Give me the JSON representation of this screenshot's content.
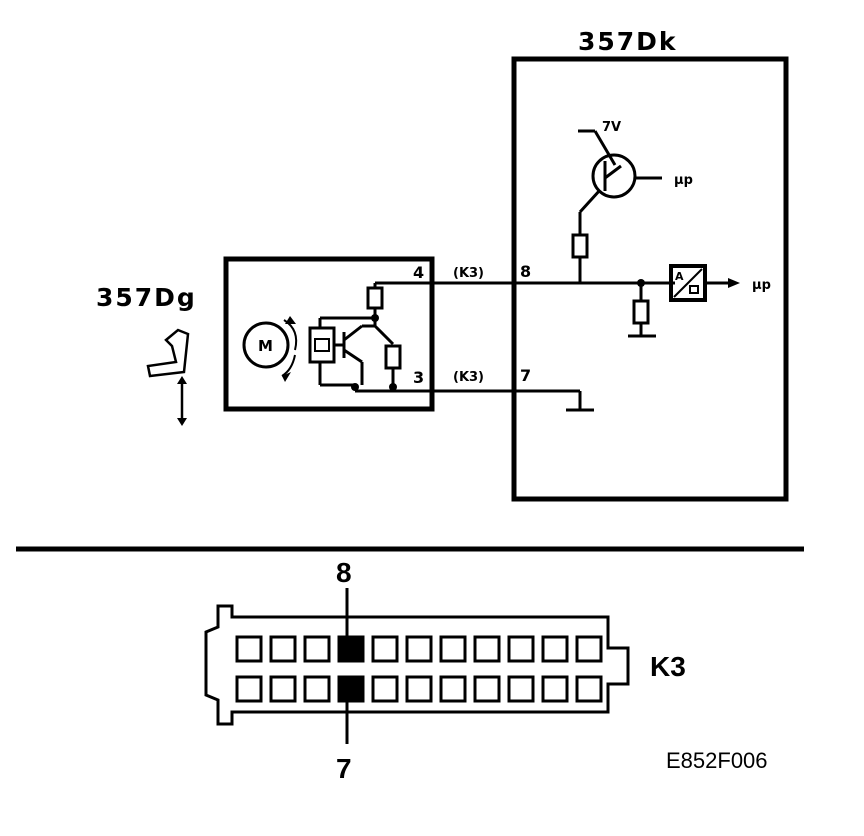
{
  "components": {
    "control_unit_id": "357Dk",
    "motor_unit_id": "357Dg"
  },
  "motor_unit": {
    "motor_label": "M"
  },
  "control_unit": {
    "supply_voltage": "7V",
    "output_label_top": "µp",
    "output_label_right": "µp",
    "adc_label": "A"
  },
  "wires": [
    {
      "from_pin": "4",
      "connector": "(K3)",
      "to_pin": "8"
    },
    {
      "from_pin": "3",
      "connector": "(K3)",
      "to_pin": "7"
    }
  ],
  "connector": {
    "name": "K3",
    "top_pin": "8",
    "bottom_pin": "7",
    "rows": 2,
    "pins_per_row": 11,
    "highlighted_column": 4
  },
  "figure_code": "E852F006"
}
